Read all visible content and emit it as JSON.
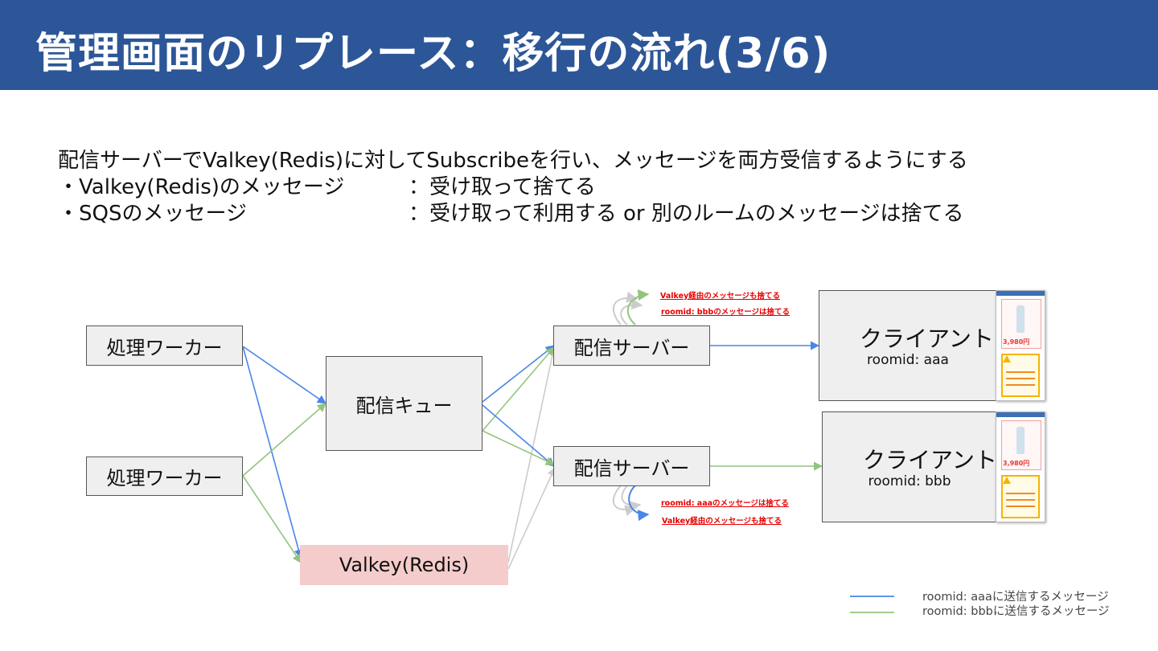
{
  "header": {
    "title": "管理画面のリプレース：移行の流れ(3/6)"
  },
  "description": {
    "lead": "配信サーバーでValkey(Redis)に対してSubscribeを行い、メッセージを両方受信するようにする",
    "rows": [
      {
        "label": "・Valkey(Redis)のメッセージ",
        "value": "：受け取って捨てる"
      },
      {
        "label": "・SQSのメッセージ",
        "value": "：受け取って利用する or 別のルームのメッセージは捨てる"
      }
    ]
  },
  "diagram": {
    "worker_1": "処理ワーカー",
    "worker_2": "処理ワーカー",
    "queue": "配信キュー",
    "redis": "Valkey(Redis)",
    "server_1": "配信サーバー",
    "server_2": "配信サーバー",
    "client_1": {
      "name": "クライアント",
      "room": "roomid: aaa"
    },
    "client_2": {
      "name": "クライアント",
      "room": "roomid: bbb"
    },
    "notes": {
      "server_1_valkey": "Valkey経由のメッセージも捨てる",
      "server_1_room": "roomid: bbbのメッセージは捨てる",
      "server_2_room": "roomid: aaaのメッセージは捨てる",
      "server_2_valkey": "Valkey経由のメッセージも捨てる"
    },
    "thumbnail": {
      "price": "3,980円"
    }
  },
  "legend": [
    {
      "label": "roomid: aaaに送信するメッセージ",
      "color": "#4a86e8"
    },
    {
      "label": "roomid: bbbに送信するメッセージ",
      "color": "#93c47d"
    }
  ],
  "colors": {
    "header_bg": "#2c5697",
    "blue_line": "#4a86e8",
    "green_line": "#93c47d",
    "gray_line": "#cccccc",
    "redis_fill": "#f4cccc",
    "note_red": "#e60000"
  }
}
